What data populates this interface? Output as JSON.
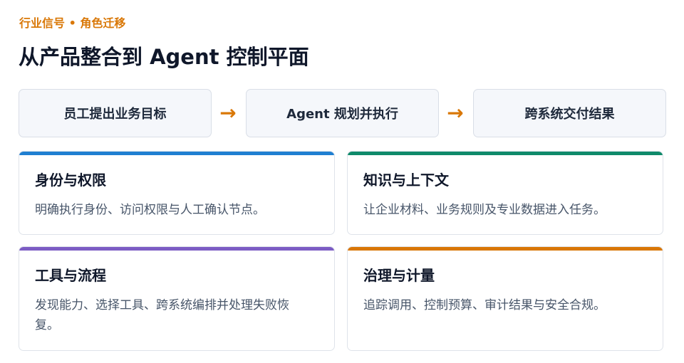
{
  "header": {
    "eyebrow": "行业信号 • 角色迁移",
    "title": "从产品整合到 Agent 控制平面"
  },
  "flow": {
    "steps": [
      {
        "label": "员工提出业务目标"
      },
      {
        "label": "Agent 规划并执行"
      },
      {
        "label": "跨系统交付结果"
      }
    ],
    "arrow_glyph": "→"
  },
  "cards": [
    {
      "title": "身份与权限",
      "description": "明确执行身份、访问权限与人工确认节点。",
      "accent": "#1f7fd1"
    },
    {
      "title": "知识与上下文",
      "description": "让企业材料、业务规则及专业数据进入任务。",
      "accent": "#0f8a6a"
    },
    {
      "title": "工具与流程",
      "description": "发现能力、选择工具、跨系统编排并处理失败恢复。",
      "accent": "#7c5cc4"
    },
    {
      "title": "治理与计量",
      "description": "追踪调用、控制预算、审计结果与安全合规。",
      "accent": "#d97706"
    }
  ],
  "colors": {
    "accent_orange": "#d97706",
    "step_background": "#f5f7fb"
  }
}
